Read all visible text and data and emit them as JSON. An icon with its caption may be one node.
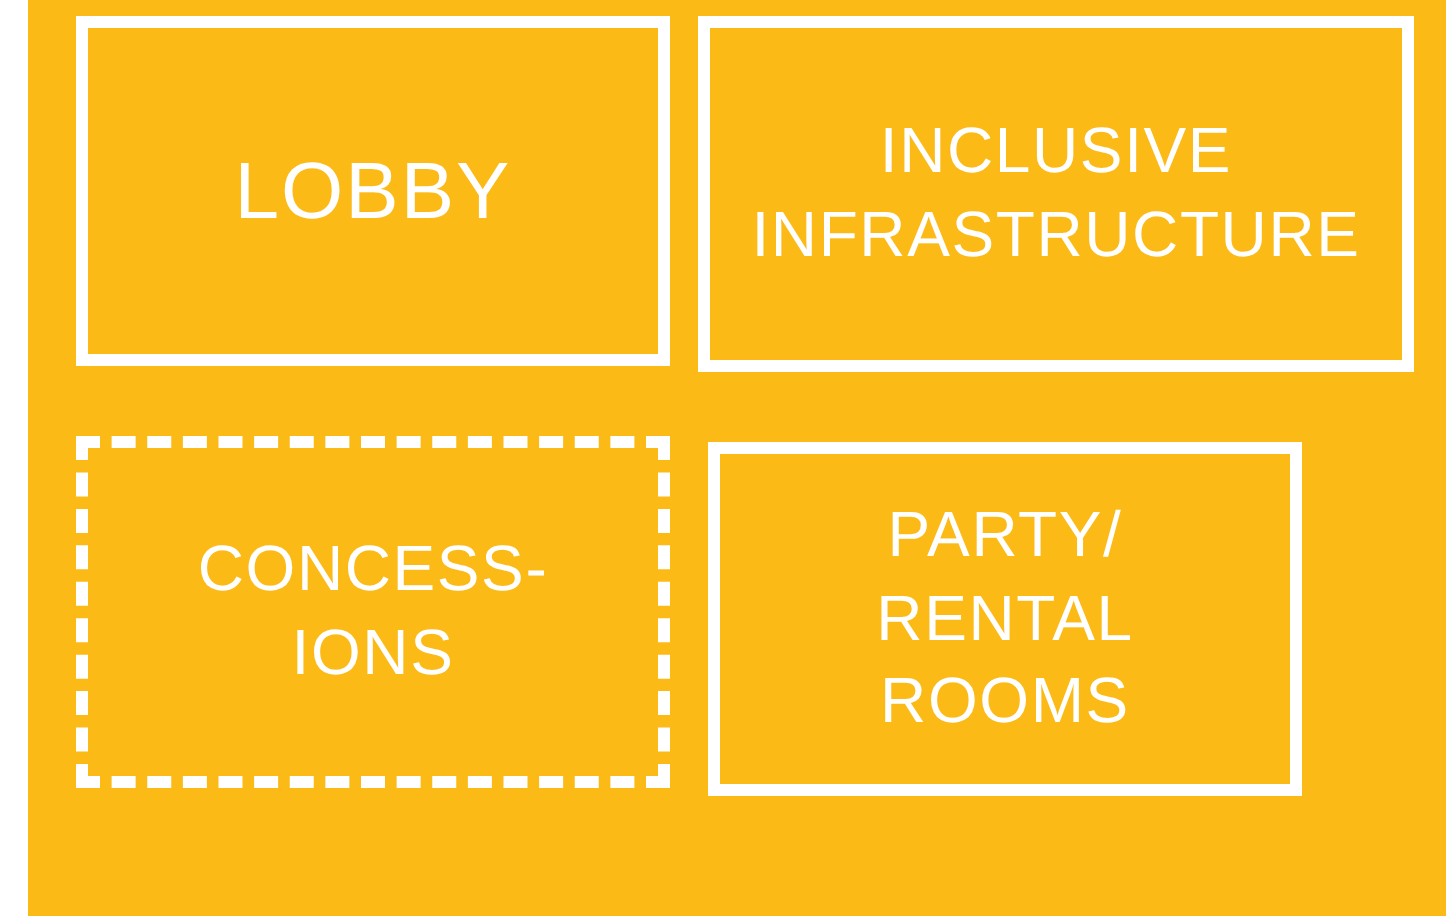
{
  "diagram": {
    "nodes": [
      {
        "text": [
          "LOBBY"
        ]
      },
      {
        "text": [
          "INCLUSIVE INFRASTRUCTURE"
        ]
      },
      {
        "text": [
          "CONCESS- IONS"
        ]
      },
      {
        "text": [
          "PARTY/ RENTAL ROOMS"
        ]
      }
    ]
  }
}
